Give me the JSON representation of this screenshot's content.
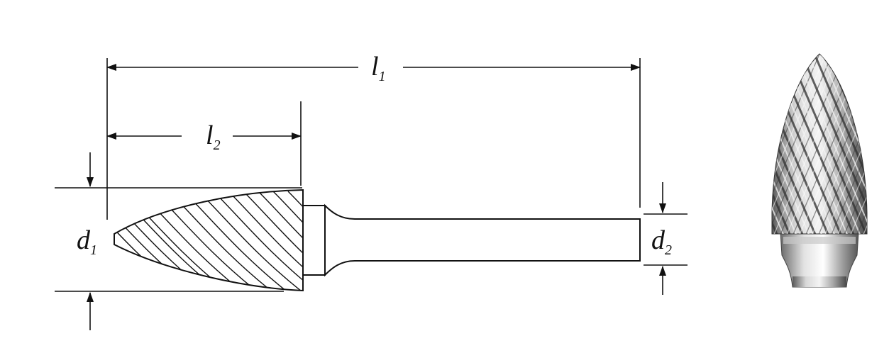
{
  "diagram": {
    "labels": {
      "l1": {
        "main": "l",
        "sub": "1"
      },
      "l2": {
        "main": "l",
        "sub": "2"
      },
      "d1": {
        "main": "d",
        "sub": "1"
      },
      "d2": {
        "main": "d",
        "sub": "2"
      }
    },
    "colors": {
      "line": "#111111",
      "background": "#ffffff",
      "metal_light": "#e6e6e6",
      "metal_mid": "#9a9a9a",
      "metal_dark": "#3a3a3a"
    },
    "photo": {
      "icon": "burr-tool-photo"
    }
  }
}
